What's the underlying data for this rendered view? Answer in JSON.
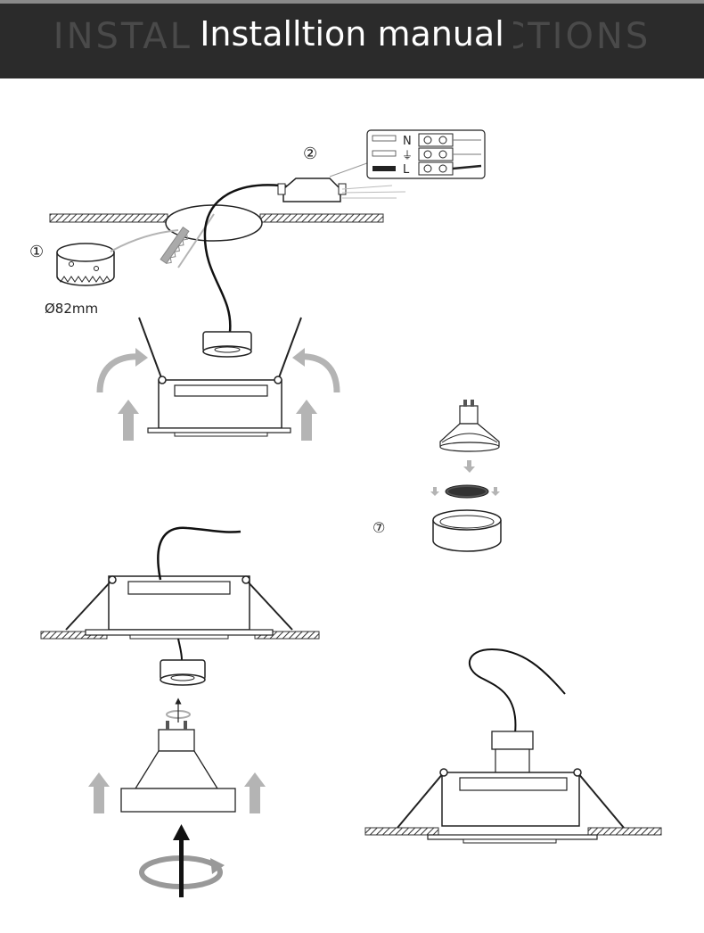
{
  "header": {
    "title": "Installtion manual",
    "background_text": "INSTALLATION INSTRUCTIONS"
  },
  "steps": {
    "step1": {
      "number": "①",
      "hole_size": "Ø82mm"
    },
    "step2": {
      "number": "②"
    },
    "step7": {
      "number": "⑦"
    }
  },
  "terminal_block": {
    "labels": [
      "N",
      "⏚",
      "L"
    ]
  },
  "colors": {
    "header_bg": "#2b2b2b",
    "arrow_gray": "#b4b4b4",
    "line": "#222222"
  }
}
